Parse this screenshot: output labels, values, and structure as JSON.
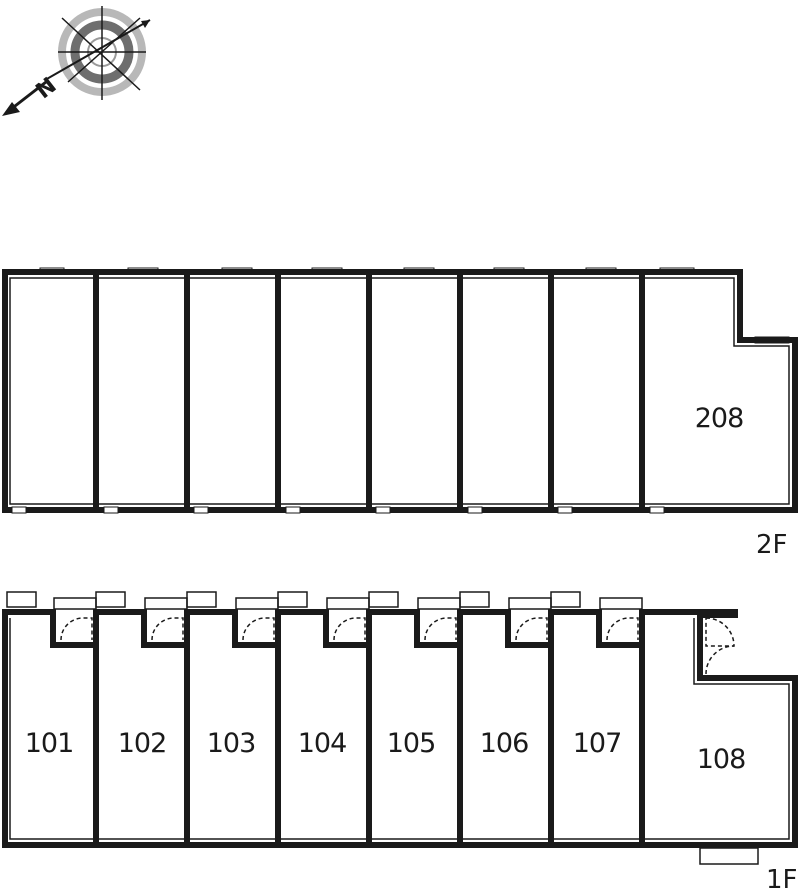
{
  "compass": {
    "letter": "N"
  },
  "floor2": {
    "label": "2F",
    "rooms": [
      {
        "number": ""
      },
      {
        "number": ""
      },
      {
        "number": ""
      },
      {
        "number": ""
      },
      {
        "number": ""
      },
      {
        "number": ""
      },
      {
        "number": ""
      },
      {
        "number": "208"
      }
    ]
  },
  "floor1": {
    "label": "1F",
    "rooms": [
      {
        "number": "101"
      },
      {
        "number": "102"
      },
      {
        "number": "103"
      },
      {
        "number": "104"
      },
      {
        "number": "105"
      },
      {
        "number": "106"
      },
      {
        "number": "107"
      },
      {
        "number": "108"
      }
    ]
  },
  "colors": {
    "wall": "#1a1a1a",
    "compass_ring": "#8c8c8c",
    "background": "#ffffff"
  }
}
